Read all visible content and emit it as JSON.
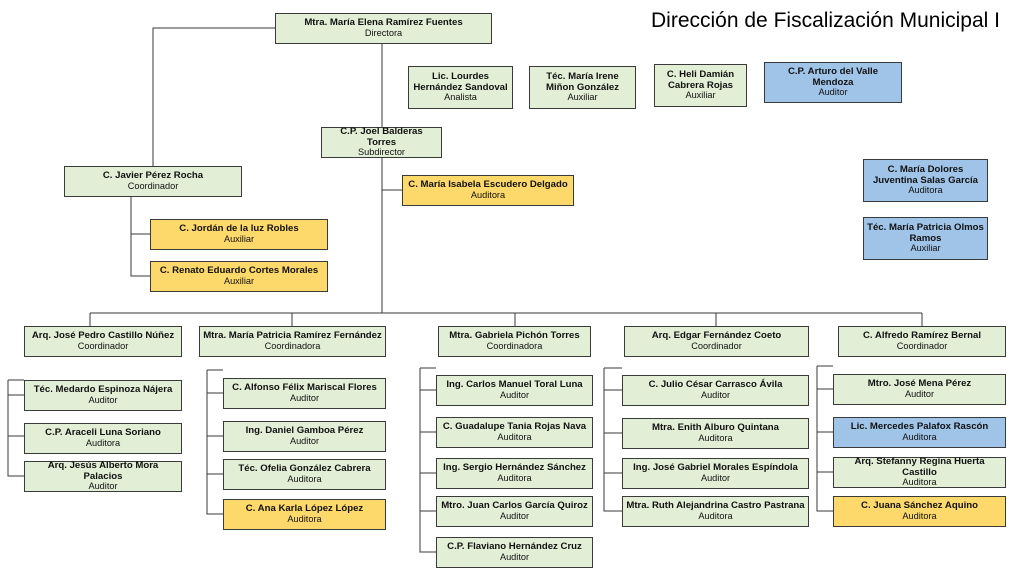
{
  "title": "Dirección de Fiscalización Municipal I",
  "colors": {
    "green": "#e3eed6",
    "yellow": "#fdd86a",
    "blue": "#9fc4e8",
    "line": "#3a3a3a"
  },
  "nodes": [
    {
      "id": "directora",
      "name": "Mtra. María Elena Ramírez Fuentes",
      "role": "Directora",
      "fill": "green"
    },
    {
      "id": "lourdes",
      "name": "Lic. Lourdes Hernández Sandoval",
      "role": "Analista",
      "fill": "green"
    },
    {
      "id": "irene",
      "name": "Téc. María Irene Miñon González",
      "role": "Auxiliar",
      "fill": "green"
    },
    {
      "id": "heli",
      "name": "C. Heli Damián Cabrera Rojas",
      "role": "Auxiliar",
      "fill": "green"
    },
    {
      "id": "arturo",
      "name": "C.P. Arturo del Valle Mendoza",
      "role": "Auditor",
      "fill": "blue"
    },
    {
      "id": "subdirector",
      "name": "C.P. Joel Balderas Torres",
      "role": "Subdirector",
      "fill": "green"
    },
    {
      "id": "javier",
      "name": "C. Javier Pérez Rocha",
      "role": "Coordinador",
      "fill": "green"
    },
    {
      "id": "isabela",
      "name": "C. María Isabela Escudero Delgado",
      "role": "Auditora",
      "fill": "yellow"
    },
    {
      "id": "dolores",
      "name": "C. María Dolores Juventina Salas García",
      "role": "Auditora",
      "fill": "blue"
    },
    {
      "id": "patricia_olmos",
      "name": "Téc. María Patricia Olmos Ramos",
      "role": "Auxiliar",
      "fill": "blue"
    },
    {
      "id": "jordan",
      "name": "C. Jordán de la luz Robles",
      "role": "Auxiliar",
      "fill": "yellow"
    },
    {
      "id": "renato",
      "name": "C. Renato Eduardo Cortes Morales",
      "role": "Auxiliar",
      "fill": "yellow"
    },
    {
      "id": "castillo",
      "name": "Arq. José Pedro Castillo Núñez",
      "role": "Coordinador",
      "fill": "green"
    },
    {
      "id": "ramirez_f",
      "name": "Mtra. María Patricia Ramírez Fernández",
      "role": "Coordinadora",
      "fill": "green"
    },
    {
      "id": "pichon",
      "name": "Mtra. Gabriela Pichón Torres",
      "role": "Coordinadora",
      "fill": "green"
    },
    {
      "id": "coeto",
      "name": "Arq. Edgar Fernández Coeto",
      "role": "Coordinador",
      "fill": "green"
    },
    {
      "id": "bernal",
      "name": "C. Alfredo Ramírez Bernal",
      "role": "Coordinador",
      "fill": "green"
    },
    {
      "id": "medardo",
      "name": "Téc. Medardo Espinoza Nájera",
      "role": "Auditor",
      "fill": "green"
    },
    {
      "id": "araceli",
      "name": "C.P. Araceli Luna Soriano",
      "role": "Auditora",
      "fill": "green"
    },
    {
      "id": "jesus",
      "name": "Arq. Jesús Alberto Mora Palacios",
      "role": "Auditor",
      "fill": "green"
    },
    {
      "id": "alfonso",
      "name": "C. Alfonso Félix Mariscal Flores",
      "role": "Auditor",
      "fill": "green"
    },
    {
      "id": "daniel",
      "name": "Ing. Daniel Gamboa Pérez",
      "role": "Auditor",
      "fill": "green"
    },
    {
      "id": "ofelia",
      "name": "Téc. Ofelia González Cabrera",
      "role": "Auditora",
      "fill": "green"
    },
    {
      "id": "ana",
      "name": "C. Ana Karla López López",
      "role": "Auditora",
      "fill": "yellow"
    },
    {
      "id": "carlos",
      "name": "Ing. Carlos Manuel Toral Luna",
      "role": "Auditor",
      "fill": "green"
    },
    {
      "id": "guadalupe",
      "name": "C. Guadalupe Tania Rojas Nava",
      "role": "Auditora",
      "fill": "green"
    },
    {
      "id": "sergio",
      "name": "Ing. Sergio Hernández Sánchez",
      "role": "Auditora",
      "fill": "green"
    },
    {
      "id": "juan",
      "name": "Mtro. Juan Carlos García Quiroz",
      "role": "Auditor",
      "fill": "green"
    },
    {
      "id": "flaviano",
      "name": "C.P. Flaviano Hernández Cruz",
      "role": "Auditor",
      "fill": "green"
    },
    {
      "id": "julio",
      "name": "C. Julio César Carrasco Ávila",
      "role": "Auditor",
      "fill": "green"
    },
    {
      "id": "enith",
      "name": "Mtra. Enith Alburo Quintana",
      "role": "Auditora",
      "fill": "green"
    },
    {
      "id": "gabriel",
      "name": "Ing. José Gabriel Morales Espíndola",
      "role": "Auditor",
      "fill": "green"
    },
    {
      "id": "ruth",
      "name": "Mtra. Ruth Alejandrina Castro Pastrana",
      "role": "Auditora",
      "fill": "green"
    },
    {
      "id": "mena",
      "name": "Mtro. José Mena Pérez",
      "role": "Auditor",
      "fill": "green"
    },
    {
      "id": "mercedes",
      "name": "Lic. Mercedes Palafox Rascón",
      "role": "Auditora",
      "fill": "blue"
    },
    {
      "id": "stefanny",
      "name": "Arq. Stefanny Regina Huerta Castillo",
      "role": "Auditora",
      "fill": "green"
    },
    {
      "id": "juana",
      "name": "C. Juana Sánchez Aquino",
      "role": "Auditora",
      "fill": "yellow"
    }
  ]
}
